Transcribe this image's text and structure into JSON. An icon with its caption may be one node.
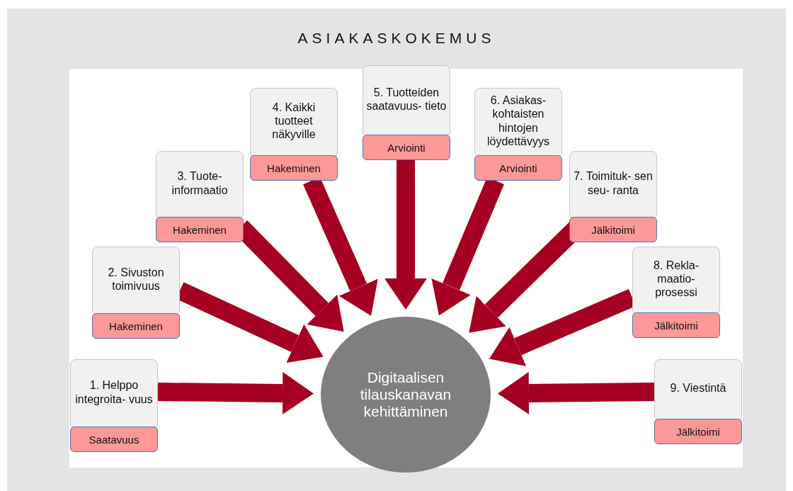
{
  "diagram": {
    "title": "ASIAKASKOKEMUS",
    "nodes": [
      {
        "text": [
          "1. Helppo integroita- vuus",
          "Saatavuus"
        ]
      },
      {
        "text": [
          "2. Sivuston toimivuus",
          "Hakeminen"
        ]
      },
      {
        "text": [
          "3. Tuote- informaatio",
          "Hakeminen"
        ]
      },
      {
        "text": [
          "4. Kaikki tuotteet näkyville",
          "Hakeminen"
        ]
      },
      {
        "text": [
          "5. Tuotteiden saatavuus- tieto",
          "Arviointi"
        ]
      },
      {
        "text": [
          "6. Asiakas- kohtaisten hintojen löydettävyys",
          "Arviointi"
        ]
      },
      {
        "text": [
          "7. Toimituk- sen seu- ranta",
          "Jälkitoimi"
        ]
      },
      {
        "text": [
          "8. Rekla- maatio- prosessi",
          "Jälkitoimi"
        ]
      },
      {
        "text": [
          "9.  Viestintä",
          "Jälkitoimi"
        ]
      },
      {
        "text": [
          "Digitaalisen tilauskanavan kehittäminen"
        ]
      }
    ],
    "edges": [
      {
        "from": 0,
        "to": 9,
        "arrow": "to"
      },
      {
        "from": 1,
        "to": 9,
        "arrow": "to"
      },
      {
        "from": 2,
        "to": 9,
        "arrow": "to"
      },
      {
        "from": 3,
        "to": 9,
        "arrow": "to"
      },
      {
        "from": 4,
        "to": 9,
        "arrow": "to"
      },
      {
        "from": 5,
        "to": 9,
        "arrow": "to"
      },
      {
        "from": 6,
        "to": 9,
        "arrow": "to"
      },
      {
        "from": 7,
        "to": 9,
        "arrow": "to"
      },
      {
        "from": 8,
        "to": 9,
        "arrow": "to"
      }
    ]
  }
}
